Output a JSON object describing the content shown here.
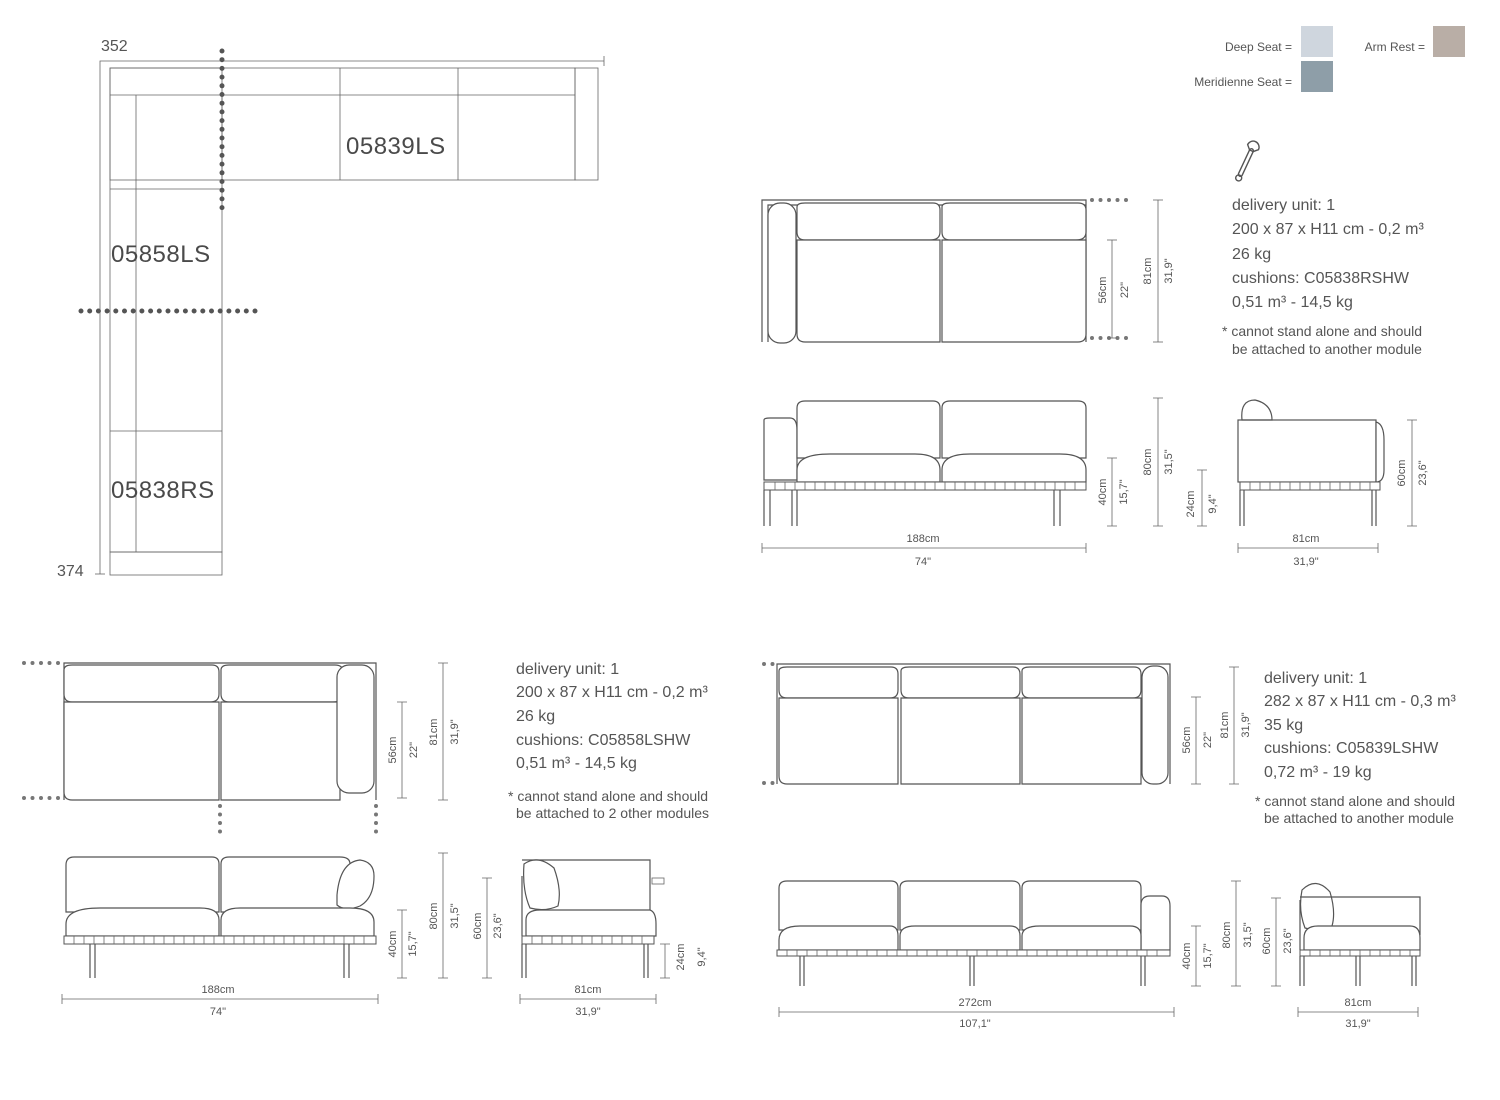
{
  "legend": {
    "deep_seat_label": "Deep Seat =",
    "meridienne_seat_label": "Meridienne Seat =",
    "arm_rest_label": "Arm Rest =",
    "deep_seat_color": "#cfd6de",
    "meridienne_seat_color": "#8e9ea8",
    "arm_rest_color": "#b9aea6"
  },
  "plan": {
    "width_label": "352",
    "depth_label": "374",
    "module_top": "05839LS",
    "module_middle": "05858LS",
    "module_bottom": "05838RS",
    "seat_fill": "#dcdcdc",
    "arm_fill": "#b9aea6"
  },
  "wrench_icon": "wrench-icon",
  "module_right": {
    "spec_lines": [
      "delivery unit: 1",
      "200 x 87 x H11 cm - 0,2 m³",
      "26 kg",
      "cushions: C05838RSHW",
      "0,51 m³ - 14,5 kg"
    ],
    "note_lines": [
      "* cannot stand alone and should",
      "be attached to another module"
    ],
    "top_dims": [
      "56cm",
      "22\"",
      "81cm",
      "31,9\""
    ],
    "front_dims": [
      "40cm",
      "15,7\"",
      "80cm",
      "31,5\"",
      "24cm",
      "9,4\""
    ],
    "front_width": [
      "188cm",
      "74\""
    ],
    "side_dims": [
      "60cm",
      "23,6\""
    ],
    "side_width": [
      "81cm",
      "31,9\""
    ]
  },
  "module_middle_spec": {
    "spec_lines": [
      "delivery unit: 1",
      "200 x 87 x H11 cm - 0,2 m³",
      "26 kg",
      "cushions: C05858LSHW",
      "0,51 m³ - 14,5 kg"
    ],
    "note_lines": [
      "* cannot stand alone and should",
      "be attached to 2 other modules"
    ],
    "top_dims": [
      "56cm",
      "22\"",
      "81cm",
      "31,9\""
    ],
    "front_dims": [
      "40cm",
      "15,7\"",
      "80cm",
      "31,5\"",
      "60cm",
      "23,6\""
    ],
    "front_width": [
      "188cm",
      "74\""
    ],
    "side_dims": [
      "24cm",
      "9,4\""
    ],
    "side_width": [
      "81cm",
      "31,9\""
    ]
  },
  "module_left": {
    "spec_lines": [
      "delivery unit: 1",
      "282 x 87 x H11 cm - 0,3 m³",
      "35 kg",
      "cushions: C05839LSHW",
      "0,72 m³ - 19 kg"
    ],
    "note_lines": [
      "* cannot stand alone and should",
      "be attached to another module"
    ],
    "top_dims": [
      "56cm",
      "22\"",
      "81cm",
      "31,9\""
    ],
    "front_dims": [
      "40cm",
      "15,7\"",
      "80cm",
      "31,5\"",
      "60cm",
      "23,6\""
    ],
    "front_width": [
      "272cm",
      "107,1\""
    ],
    "side_width": [
      "81cm",
      "31,9\""
    ]
  }
}
